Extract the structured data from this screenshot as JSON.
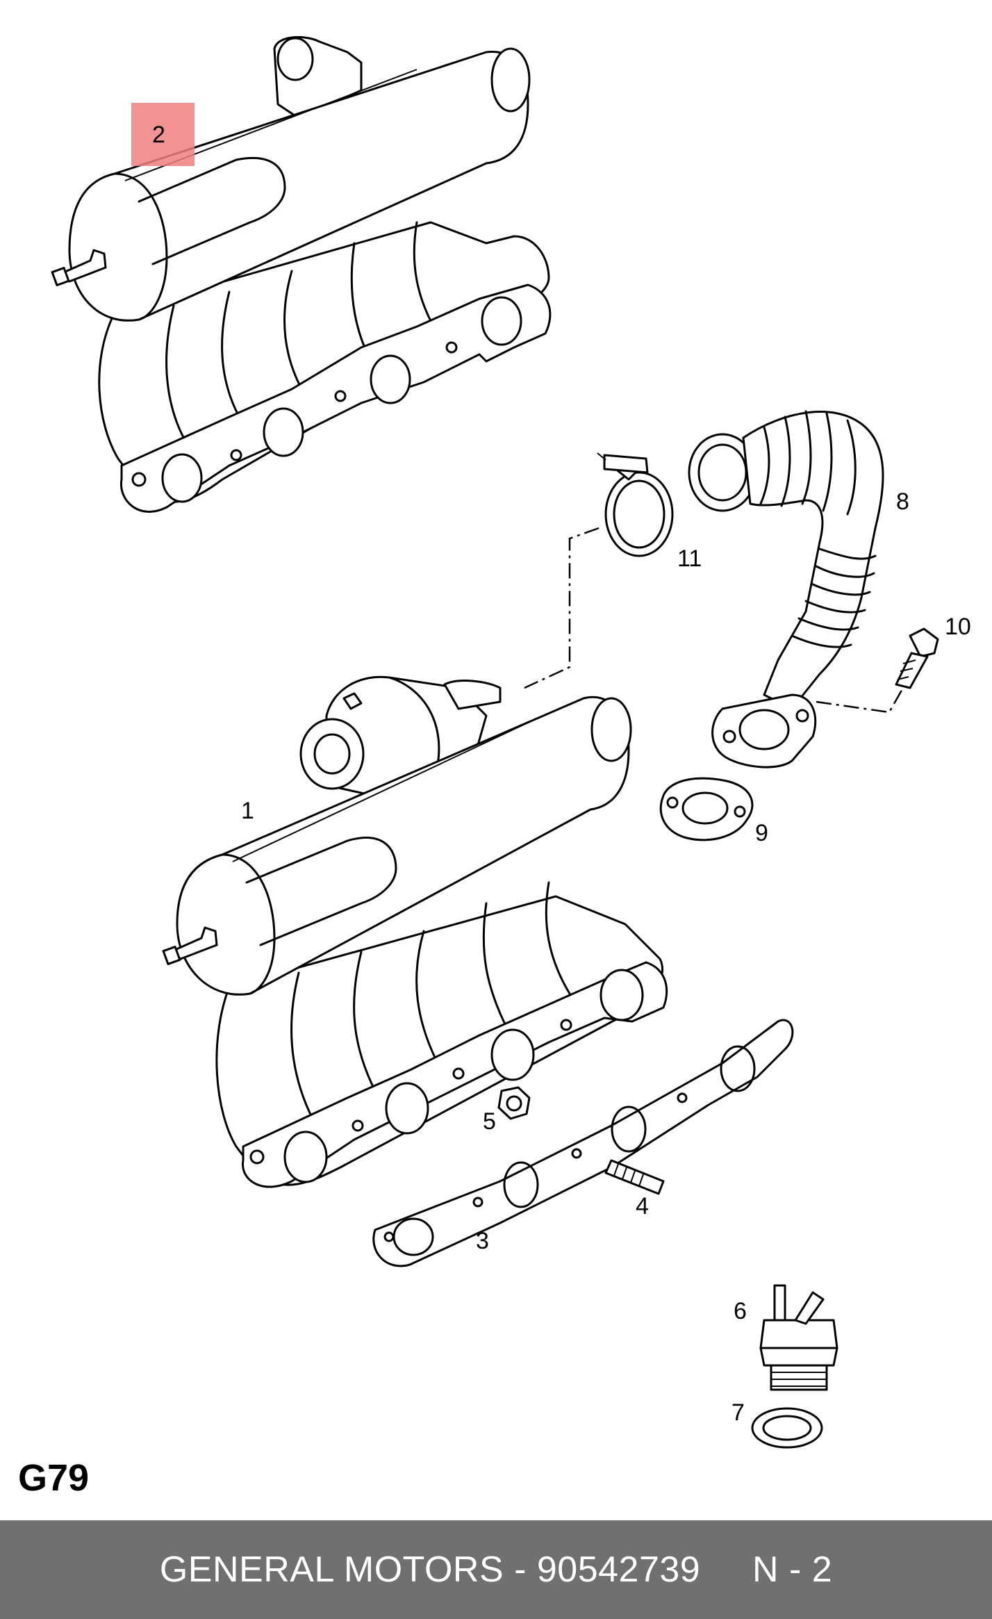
{
  "diagram": {
    "code": "G79",
    "highlight_color": "#f08080",
    "callouts": [
      {
        "id": "1",
        "label": "1"
      },
      {
        "id": "2",
        "label": "2"
      },
      {
        "id": "3",
        "label": "3"
      },
      {
        "id": "4",
        "label": "4"
      },
      {
        "id": "5",
        "label": "5"
      },
      {
        "id": "6",
        "label": "6"
      },
      {
        "id": "7",
        "label": "7"
      },
      {
        "id": "8",
        "label": "8"
      },
      {
        "id": "9",
        "label": "9"
      },
      {
        "id": "10",
        "label": "10"
      },
      {
        "id": "11",
        "label": "11"
      }
    ]
  },
  "footer": {
    "text": "GENERAL MOTORS - 90542739     N - 2",
    "background": "#707070",
    "text_color": "#ffffff"
  }
}
